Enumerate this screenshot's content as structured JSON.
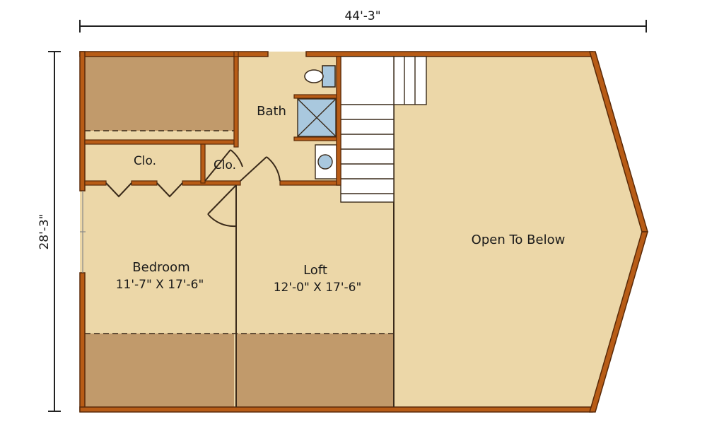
{
  "dimensions": {
    "width": "44'-3\"",
    "depth": "28'-3\""
  },
  "rooms": {
    "bedroom": {
      "name": "Bedroom",
      "size": "11'-7\" X 17'-6\""
    },
    "loft": {
      "name": "Loft",
      "size": "12'-0\" X 17'-6\""
    },
    "bath": {
      "name": "Bath"
    },
    "closet_large": {
      "name": "Clo."
    },
    "closet_small": {
      "name": "Clo."
    },
    "open_to_below": {
      "name": "Open To Below"
    }
  },
  "colors": {
    "wall": "#b85c16",
    "wall_outline": "#5a2a08",
    "floor": "#ecd7a8",
    "sloped_ceiling": "#c19a6b",
    "fixture": "#a9c8de",
    "stair": "#ffffff"
  },
  "icons": [
    "toilet-icon",
    "shower-icon",
    "sink-icon",
    "stairs-icon",
    "door-swing-icon"
  ]
}
